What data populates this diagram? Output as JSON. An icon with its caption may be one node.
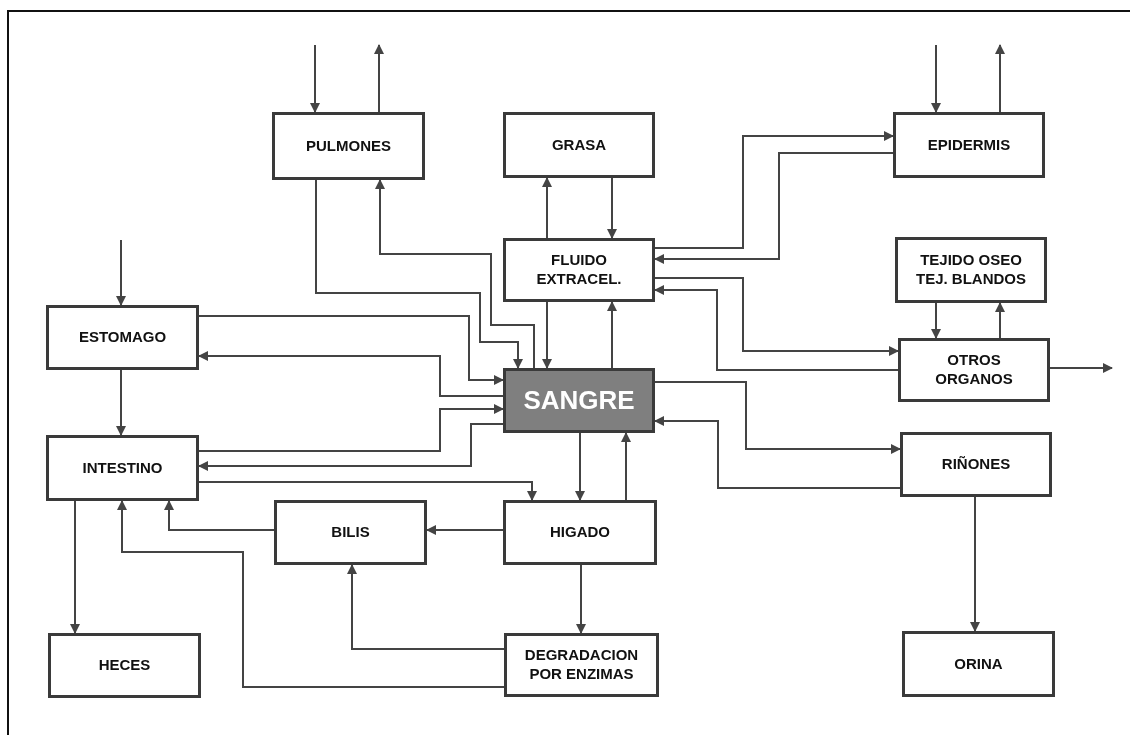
{
  "diagram": {
    "nodes": [
      {
        "text": [
          "PULMONES"
        ]
      },
      {
        "text": [
          "GRASA"
        ]
      },
      {
        "text": [
          "EPIDERMIS"
        ]
      },
      {
        "text": [
          "FLUIDO EXTRACEL."
        ]
      },
      {
        "text": [
          "TEJIDO OSEO TEJ. BLANDOS"
        ]
      },
      {
        "text": [
          "ESTOMAGO"
        ]
      },
      {
        "text": [
          "SANGRE"
        ]
      },
      {
        "text": [
          "OTROS ORGANOS"
        ]
      },
      {
        "text": [
          "INTESTINO"
        ]
      },
      {
        "text": [
          "RIÑONES"
        ]
      },
      {
        "text": [
          "BILIS"
        ]
      },
      {
        "text": [
          "HIGADO"
        ]
      },
      {
        "text": [
          "HECES"
        ]
      },
      {
        "text": [
          "DEGRADACION POR ENZIMAS"
        ]
      },
      {
        "text": [
          "ORINA"
        ]
      }
    ],
    "edges": [
      {
        "from": null,
        "to": 0,
        "arrow": "to"
      },
      {
        "from": 0,
        "to": null,
        "arrow": "to"
      },
      {
        "from": 0,
        "to": 6,
        "arrow": "to"
      },
      {
        "from": 6,
        "to": 0,
        "arrow": "to"
      },
      {
        "from": 3,
        "to": 1,
        "arrow": "to"
      },
      {
        "from": 1,
        "to": 3,
        "arrow": "to"
      },
      {
        "from": 3,
        "to": 2,
        "arrow": "to"
      },
      {
        "from": 2,
        "to": 3,
        "arrow": "to"
      },
      {
        "from": null,
        "to": 2,
        "arrow": "to"
      },
      {
        "from": 2,
        "to": null,
        "arrow": "to"
      },
      {
        "from": 3,
        "to": 6,
        "arrow": "to"
      },
      {
        "from": 6,
        "to": 3,
        "arrow": "to"
      },
      {
        "from": 3,
        "to": 7,
        "arrow": "to"
      },
      {
        "from": 7,
        "to": 3,
        "arrow": "to"
      },
      {
        "from": 4,
        "to": 7,
        "arrow": "to"
      },
      {
        "from": 7,
        "to": 4,
        "arrow": "to"
      },
      {
        "from": 7,
        "to": null,
        "arrow": "to"
      },
      {
        "from": null,
        "to": 5,
        "arrow": "to"
      },
      {
        "from": 5,
        "to": 6,
        "arrow": "to"
      },
      {
        "from": 6,
        "to": 5,
        "arrow": "to"
      },
      {
        "from": 5,
        "to": 8,
        "arrow": "to"
      },
      {
        "from": 8,
        "to": 6,
        "arrow": "to"
      },
      {
        "from": 6,
        "to": 8,
        "arrow": "to"
      },
      {
        "from": 8,
        "to": 11,
        "arrow": "to"
      },
      {
        "from": 6,
        "to": 11,
        "arrow": "to"
      },
      {
        "from": 11,
        "to": 6,
        "arrow": "to"
      },
      {
        "from": 6,
        "to": 9,
        "arrow": "to"
      },
      {
        "from": 9,
        "to": 6,
        "arrow": "to"
      },
      {
        "from": 11,
        "to": 10,
        "arrow": "to"
      },
      {
        "from": 10,
        "to": 8,
        "arrow": "to"
      },
      {
        "from": 11,
        "to": 13,
        "arrow": "to"
      },
      {
        "from": 13,
        "to": 10,
        "arrow": "to"
      },
      {
        "from": 13,
        "to": 8,
        "arrow": "to"
      },
      {
        "from": 8,
        "to": 12,
        "arrow": "to"
      },
      {
        "from": 9,
        "to": 14,
        "arrow": "to"
      }
    ]
  }
}
